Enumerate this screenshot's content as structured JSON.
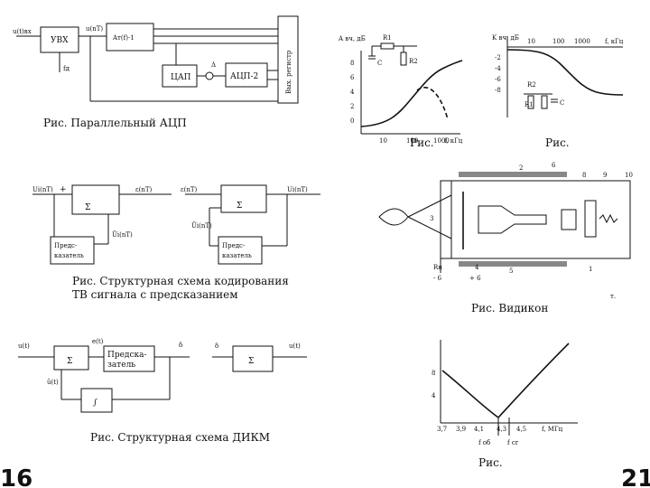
{
  "adc": {
    "caption": "Рис.    Параллельный АЦП",
    "blocks": {
      "uvx": "УВХ",
      "afn": "Aт(f)·1",
      "dac": "ЦАП",
      "acp2": "АЦП-2",
      "reg": "Вых. регистр"
    },
    "signals": {
      "in": "u(t)вх",
      "ut": "u(nT)",
      "ig": "fд",
      "delta": "Δ"
    }
  },
  "freq_resp": {
    "left": {
      "ylabel": "A вч, дБ",
      "xlabel": "f, кГц",
      "yticks": [
        "8",
        "6",
        "4",
        "2",
        "0"
      ],
      "xticks": [
        "10",
        "100",
        "1000"
      ],
      "r1": "R1",
      "r2": "R2",
      "c": "C"
    },
    "right": {
      "ylabel": "K вч, дБ",
      "xlabel": "f, кГц",
      "yticks": [
        "-2",
        "-4",
        "-6",
        "-8"
      ],
      "xticks": [
        "10",
        "100",
        "1000"
      ],
      "r1": "R1",
      "r2": "R2",
      "c": "C"
    },
    "caption_left": "Рис.",
    "caption_right": "Рис."
  },
  "prediction": {
    "caption_1": "Рис.   Структурная схема кодирования",
    "caption_2": "ТВ сигнала с предсказанием",
    "sigma": "Σ",
    "predictor_l1": "Предс-",
    "predictor_l2": "казатель",
    "labels": {
      "in": "Ui(nT)",
      "out": "ε(nT)",
      "pred": "Ũi(nT)",
      "rx_in": "ε(nT)",
      "rx_out": "Ui(nT)",
      "rx_pred": "Ũi(nT)"
    }
  },
  "vidicon": {
    "caption": "Рис.    Видикон",
    "n1": "1",
    "n2": "2",
    "n3": "3",
    "n4": "4",
    "n5": "5",
    "n6": "6",
    "n8": "8",
    "n9": "9",
    "n10": "10",
    "rn": "Rн",
    "minus": "- 6",
    "plus": "+ 6",
    "tf": "т."
  },
  "dpcm": {
    "caption": "Рис.    Структурная схема ДИКМ",
    "sigma": "Σ",
    "predictor_l1": "Предска-",
    "predictor_l2": "затель",
    "integ": "∫",
    "labels": {
      "in": "u(t)",
      "ut": "e(t)",
      "fb": "ũ(t)",
      "q": "δ",
      "rx_in": "δ",
      "rx_out": "u(t)"
    }
  },
  "vcurve": {
    "caption": "Рис.",
    "xlabel": "f, МГц",
    "xticks": [
      "3,7",
      "3,9",
      "4,1",
      "4,3",
      "4,5"
    ],
    "yticks": [
      "8",
      "4"
    ],
    "f_ob": "f об",
    "f_cr": "f cr"
  },
  "page_numbers": {
    "left": "16",
    "right": "21"
  }
}
